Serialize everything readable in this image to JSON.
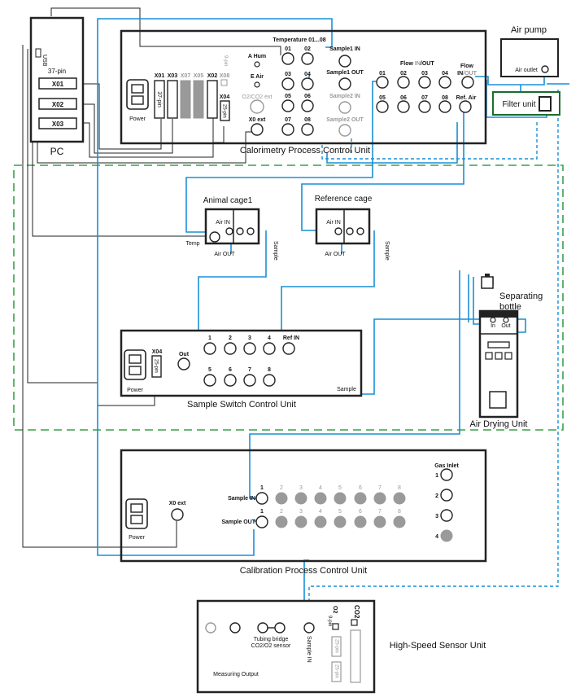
{
  "pc": {
    "title": "PC",
    "usb": "USB",
    "pin37": "37-pin",
    "ports": [
      "X01",
      "X02",
      "X03"
    ]
  },
  "calorimetry": {
    "title": "Calorimetry Process Control Unit",
    "power": "Power",
    "x01": "X01",
    "x03": "X03",
    "x07": "X07",
    "x05": "X05",
    "x02": "X02",
    "x08": "X08",
    "pin37": "37-pin",
    "pin9": "9-pin",
    "x04": "X04",
    "pin25": "25-pin",
    "temperature": "Temperature 01...08",
    "a_hum": "A Hum",
    "e_air": "E Air",
    "o2co2": "O2/CO2 ext",
    "x0ext": "X0 ext",
    "temp_ports": [
      "01",
      "02",
      "03",
      "04",
      "05",
      "06",
      "07",
      "08"
    ],
    "sample1_in": "Sample1 IN",
    "sample1_out": "Sample1 OUT",
    "sample2_in": "Sample2 IN",
    "sample2_out": "Sample2 OUT",
    "flow_prefix": "Flow ",
    "flow_in": "IN",
    "flow_sep": "/",
    "flow_out": "OUT",
    "flow_inout_a": "Flow",
    "flow_inout_b1": "IN",
    "flow_inout_b2": "/OUT",
    "flow_ports": [
      "01",
      "02",
      "03",
      "04",
      "05",
      "06",
      "07",
      "08"
    ],
    "ref_air": "Ref. Air"
  },
  "air_pump": {
    "title": "Air pump",
    "outlet": "Air outlet"
  },
  "filter_unit": {
    "title": "Filter unit"
  },
  "animal_cage": {
    "title": "Animal cage1",
    "air_in": "Air IN",
    "air_out": "Air OUT",
    "temp": "Temp",
    "sample": "Sample"
  },
  "reference_cage": {
    "title": "Reference cage",
    "air_in": "Air IN",
    "air_out": "Air OUT",
    "sample": "Sample"
  },
  "separating_bottle": {
    "title_1": "Separating",
    "title_2": "bottle",
    "in": "In",
    "out": "Out"
  },
  "air_drying": {
    "title": "Air Drying Unit"
  },
  "sample_switch": {
    "title": "Sample Switch Control Unit",
    "power": "Power",
    "x04": "X04",
    "pin25": "25-pin",
    "out": "Out",
    "ports_top": [
      "1",
      "2",
      "3",
      "4"
    ],
    "ref_in": "Ref IN",
    "ports_bottom": [
      "5",
      "6",
      "7",
      "8"
    ],
    "sample": "Sample"
  },
  "calibration": {
    "title": "Calibration Process Control Unit",
    "power": "Power",
    "x0ext": "X0 ext",
    "sample_in": "Sample IN",
    "sample_out": "Sample OUT",
    "ports": [
      "1",
      "2",
      "3",
      "4",
      "5",
      "6",
      "7",
      "8"
    ],
    "gas_inlet": "Gas Inlet",
    "gas_ports": [
      "1",
      "2",
      "3",
      "4"
    ]
  },
  "high_speed": {
    "title": "High-Speed Sensor Unit",
    "measuring_output": "Measuring Output",
    "tubing_1": "Tubing bridge",
    "tubing_2": "CO2/O2 sensor",
    "sample_in": "Sample IN",
    "o2": "O2",
    "pin9": "9-pin",
    "co2": "CO2",
    "pin25a": "25-pin",
    "pin25b": "25-pin"
  },
  "colors": {
    "tube": "#1a8fd6",
    "frame": "#222222",
    "group": "#3aa04a",
    "disabled": "#999999",
    "port_fill": "#9a9a9a",
    "filter": "#1a6e2a"
  }
}
